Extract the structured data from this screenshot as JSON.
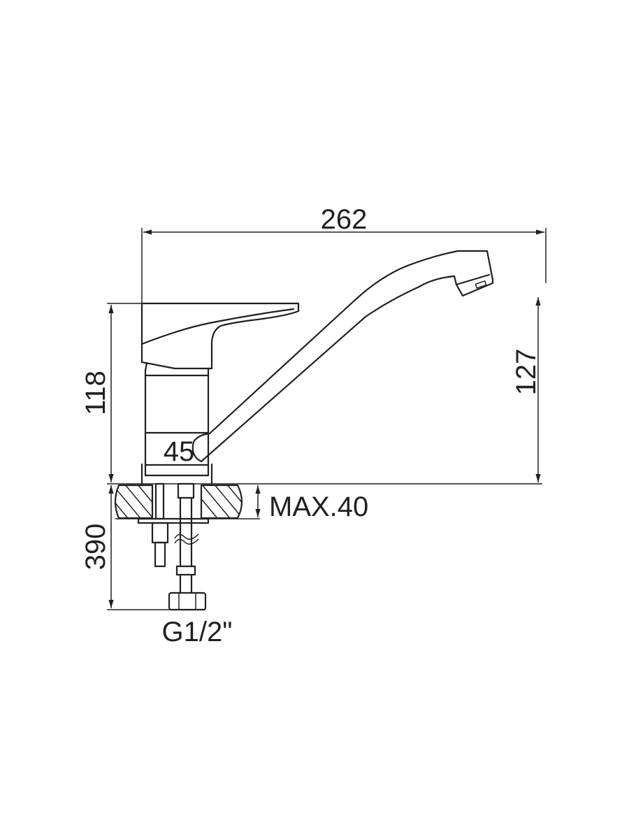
{
  "drawing": {
    "title": "Single-lever kitchen faucet dimension drawing",
    "dimensions": {
      "overall_length": "262",
      "handle_height": "118",
      "spout_height": "127",
      "body_diameter": "45",
      "countertop_thickness": "MAX.40",
      "hose_length": "390",
      "connection_thread": "G1/2\""
    },
    "line_color": "#231f20"
  }
}
